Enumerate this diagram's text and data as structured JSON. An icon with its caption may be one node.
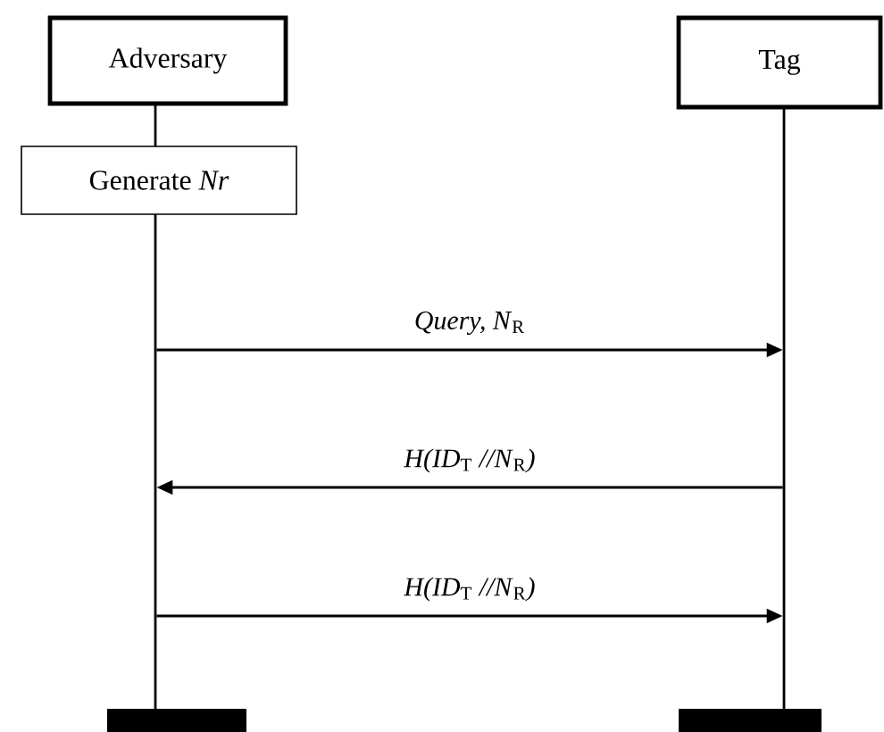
{
  "diagram": {
    "nodes": [
      {
        "text": [
          "Adversary"
        ]
      },
      {
        "text": [
          "Tag"
        ]
      },
      {
        "text": [
          "Generate *Nr*"
        ]
      },
      {
        "text": [],
        "shape": "line"
      },
      {
        "text": [],
        "shape": "line"
      },
      {
        "text": [],
        "shape": "bar"
      },
      {
        "text": [],
        "shape": "bar"
      }
    ],
    "edges": [
      {
        "from": 0,
        "to": 2,
        "arrow": "none"
      },
      {
        "from": 3,
        "to": 4,
        "arrow": "to",
        "label": "*Query, N*$_{R}$"
      },
      {
        "from": 4,
        "to": 3,
        "arrow": "to",
        "label": "*H(ID*$_{T}$ *//N*$_{R}$*)*"
      },
      {
        "from": 3,
        "to": 4,
        "arrow": "to",
        "label": "*H(ID*$_{T}$ *//N*$_{R}$*)*"
      }
    ]
  }
}
